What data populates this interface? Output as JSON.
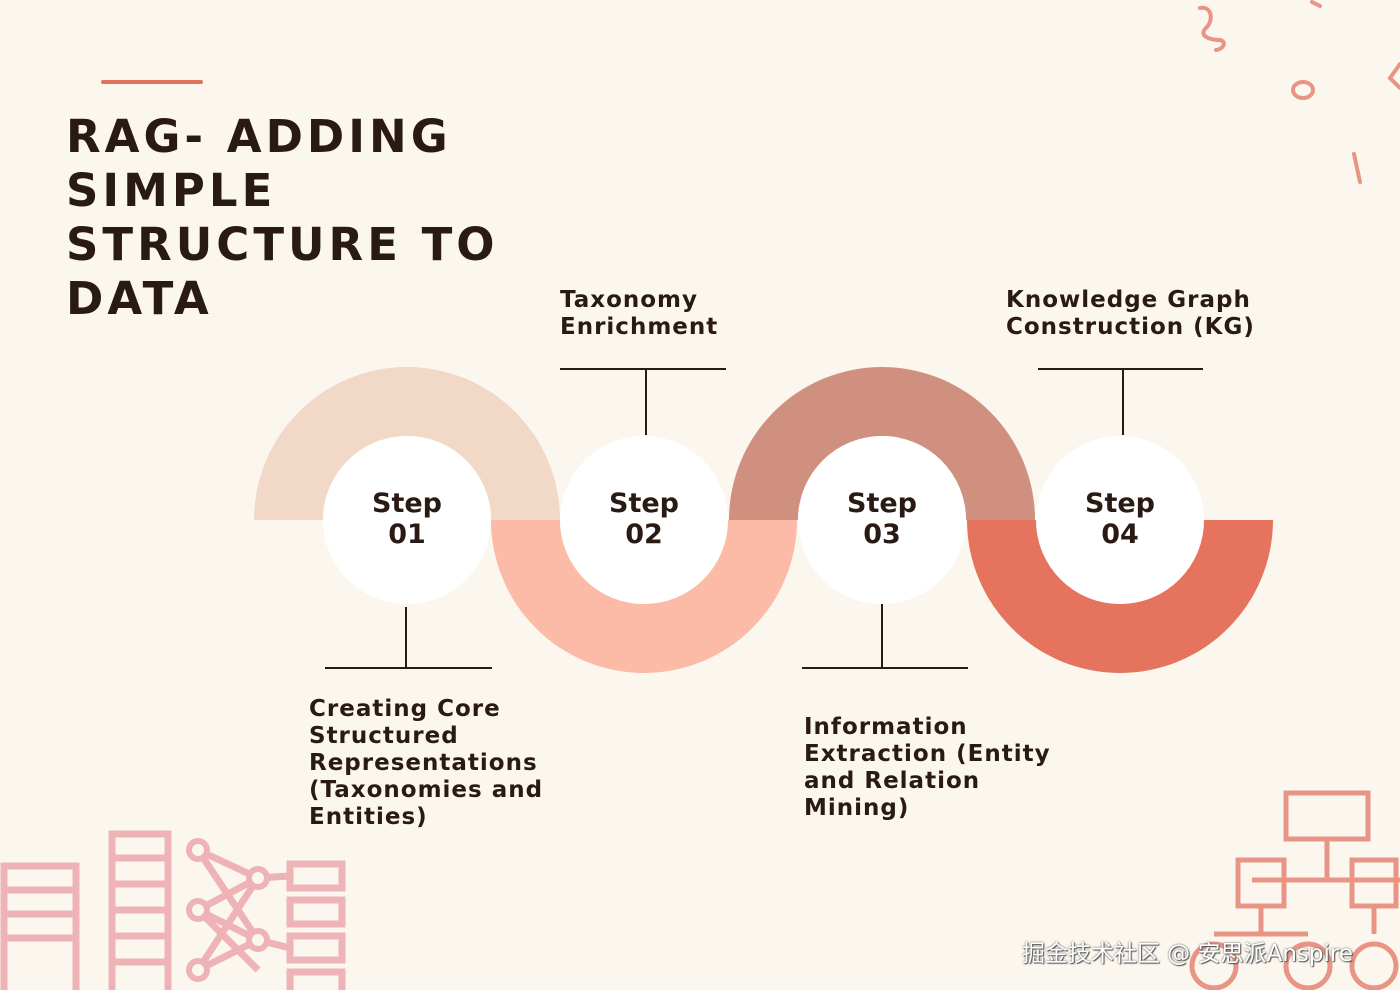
{
  "title_lines": [
    "RAG- ADDING",
    "SIMPLE",
    "STRUCTURE TO",
    "DATA"
  ],
  "steps": [
    {
      "word": "Step",
      "number": "01",
      "description": [
        "Creating Core",
        "Structured",
        "Representations",
        "(Taxonomies and",
        "Entities)"
      ],
      "color": "#f2d8c6"
    },
    {
      "word": "Step",
      "number": "02",
      "description": [
        "Taxonomy",
        "Enrichment"
      ],
      "color": "#fbbba6"
    },
    {
      "word": "Step",
      "number": "03",
      "description": [
        "Information",
        "Extraction (Entity",
        "and Relation",
        "Mining)"
      ],
      "color": "#d09080"
    },
    {
      "word": "Step",
      "number": "04",
      "description": [
        "Knowledge Graph",
        "Construction (KG)"
      ],
      "color": "#e5735d"
    }
  ],
  "colors": {
    "background": "#fcf7ee",
    "accent": "#e0735c",
    "text": "#2a1a14",
    "decor_pink": "#eeb3b6",
    "decor_orange": "#e89585"
  },
  "watermark": "掘金技术社区 @ 安思派Anspire"
}
